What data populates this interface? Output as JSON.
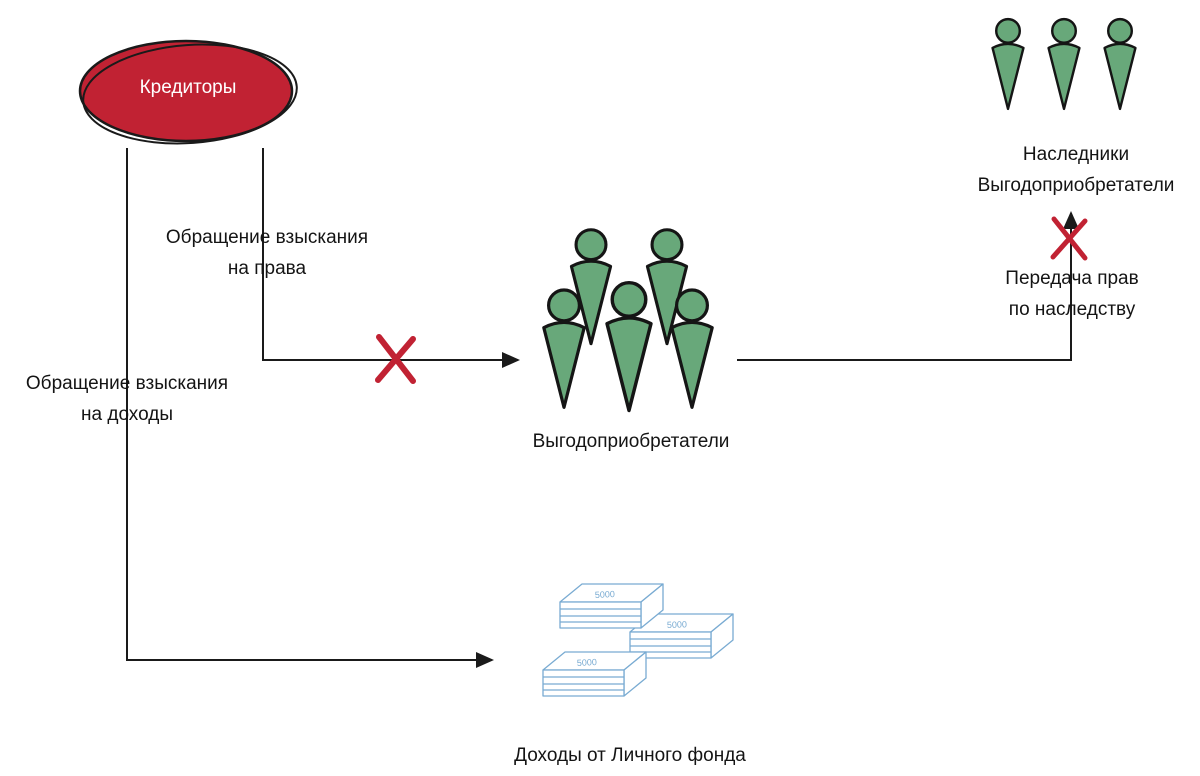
{
  "colors": {
    "red": "#c12233",
    "green": "#68a87a",
    "outline": "#1a1a1a",
    "money_blue": "#79abd2",
    "text": "#141414",
    "white": "#ffffff"
  },
  "diagram": {
    "creditors": {
      "label": "Кредиторы"
    },
    "claim_rights": {
      "line1": "Обращение взыскания",
      "line2": "на права"
    },
    "claim_income": {
      "line1": "Обращение взыскания",
      "line2": "на доходы"
    },
    "beneficiaries": {
      "label": "Выгодоприобретатели"
    },
    "heirs": {
      "line1": "Наследники",
      "line2": "Выгодоприобретатели"
    },
    "inheritance": {
      "line1": "Передача прав",
      "line2": "по наследству"
    },
    "fund_income": {
      "label": "Доходы от Личного фонда"
    },
    "banknote_value": "5000"
  }
}
